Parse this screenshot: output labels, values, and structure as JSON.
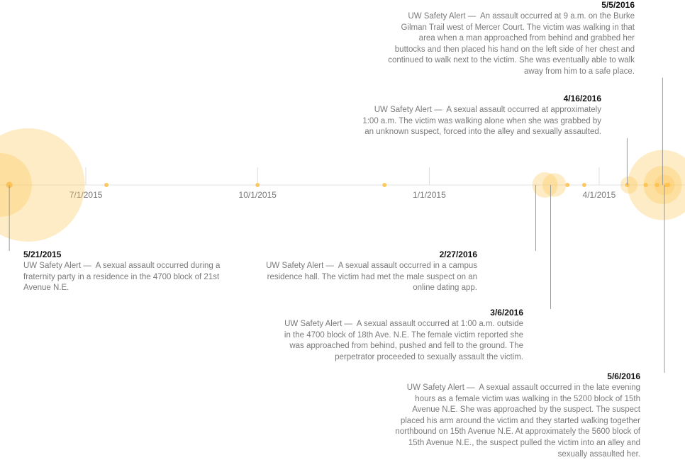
{
  "chart_data": {
    "type": "timeline",
    "x_start": "2015-05-16",
    "x_end": "2016-05-17",
    "ticks": [
      {
        "date": "2015-07-01",
        "label": "7/1/2015"
      },
      {
        "date": "2015-10-01",
        "label": "10/1/2015"
      },
      {
        "date": "2016-01-01",
        "label": "1/1/2015"
      },
      {
        "date": "2016-04-01",
        "label": "4/1/2015"
      }
    ],
    "colors": {
      "axis": "#e3e3e3",
      "tick": "#dddddd",
      "bubble_fill": "#fdc858",
      "dot": "#fbbf4a",
      "leader": "#999999"
    },
    "bubbles": [
      {
        "date": "2015-05-16",
        "size": 1.0
      },
      {
        "date": "2015-05-31",
        "size": 1.78
      },
      {
        "date": "2016-03-03",
        "size": 0.4
      },
      {
        "date": "2016-03-08",
        "size": 0.37
      },
      {
        "date": "2016-04-17",
        "size": 0.27
      },
      {
        "date": "2016-05-05",
        "size": 1.1
      },
      {
        "date": "2016-05-05",
        "size": 0.6
      },
      {
        "date": "2016-05-06",
        "size": 0.32
      }
    ],
    "dots": [
      {
        "date": "2015-05-21",
        "size": 1.5
      },
      {
        "date": "2015-07-12",
        "size": 1.0
      },
      {
        "date": "2015-10-01",
        "size": 1.0
      },
      {
        "date": "2015-12-08",
        "size": 1.0
      },
      {
        "date": "2016-03-15",
        "size": 1.0
      },
      {
        "date": "2016-03-24",
        "size": 1.0
      },
      {
        "date": "2016-04-16",
        "size": 1.0
      },
      {
        "date": "2016-04-26",
        "size": 1.0
      },
      {
        "date": "2016-05-02",
        "size": 1.0
      },
      {
        "date": "2016-05-07",
        "size": 1.0
      },
      {
        "date": "2016-05-08",
        "size": 1.0
      }
    ],
    "annotations": [
      {
        "date_label": "5/21/2015",
        "source": "UW Safety Alert",
        "text": "A sexual assault occurred during a fraternity party in a residence in the 4700 block of 21st Avenue N.E."
      },
      {
        "date_label": "2/27/2016",
        "source": "UW Safety Alert",
        "text": "A sexual assault occurred in a campus residence hall. The victim had met the male suspect on an online dating app."
      },
      {
        "date_label": "3/6/2016",
        "source": "UW Safety Alert",
        "text": "A sexual assault occurred at 1:00 a.m. outside in the 4700 block of 18th Ave. N.E. The female victim reported she was approached from behind, pushed and fell to the ground. The perpetrator proceeded to sexually assault the victim."
      },
      {
        "date_label": "4/16/2016",
        "source": "UW Safety Alert",
        "text": "A sexual assault occurred  at approximately 1:00 a.m. The victim was walking alone when she was grabbed by an unknown suspect, forced into the alley and sexually assaulted."
      },
      {
        "date_label": "5/5/2016",
        "source": "UW Safety Alert",
        "text": "An assault occurred  at 9 a.m. on the Burke Gilman Trail west of Mercer Court. The victim was walking in that area when a man approached from behind and grabbed her buttocks and then placed his hand on the left side of her chest and continued to walk next to the victim. She was eventually able to walk away from him to a safe place."
      },
      {
        "date_label": "5/6/2016",
        "source": "UW Safety Alert",
        "text": "A sexual assault occurred in the late evening hours as a female victim was walking in the 5200 block of 15th Avenue N.E. She was approached by the suspect. The suspect placed his arm around the victim and they started walking together northbound on 15th Avenue N.E. At approximately the 5600 block of 15th Avenue N.E., the suspect pulled the victim into an alley and sexually assaulted her."
      }
    ]
  }
}
